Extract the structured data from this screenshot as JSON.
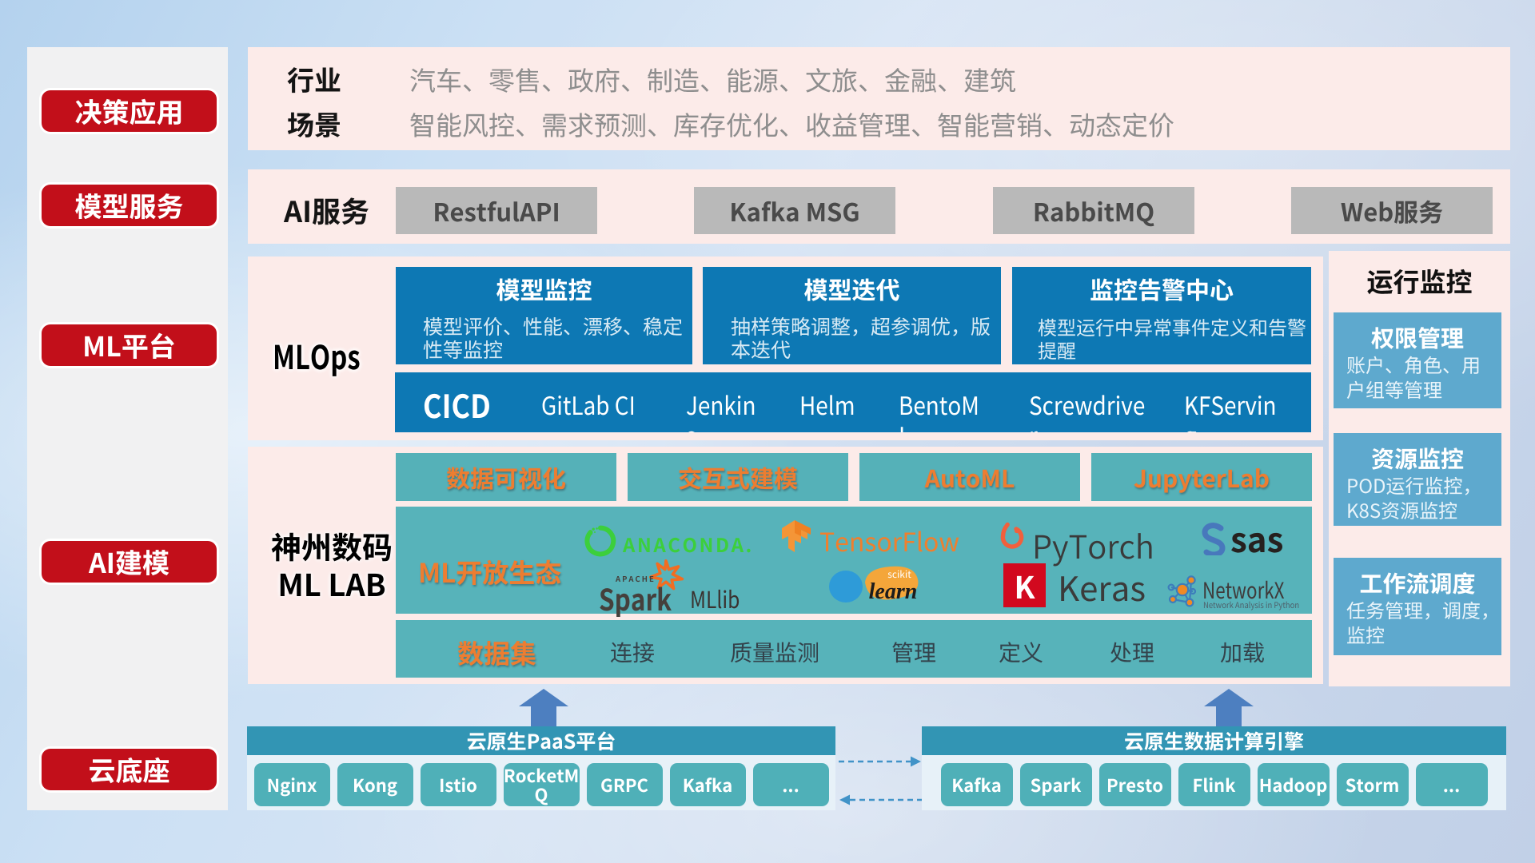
{
  "colors": {
    "red": "#c20f1a",
    "pink_band": "#fcebe9",
    "blue_card": "#0d78b4",
    "teal_box": "#57b3ba",
    "teal_header": "#3295b4",
    "teal_item": "#4fb0b8",
    "steel_card": "#5ea9ce",
    "gray_button": "#b9b9b9",
    "orange": "#ed7d31",
    "arrow_blue": "#4d7fc0",
    "dashed_arrow": "#4193c8",
    "sidebar_bg": "#f1f1f2"
  },
  "sidebar": {
    "items": [
      "决策应用",
      "模型服务",
      "ML平台",
      "AI建模",
      "云底座"
    ]
  },
  "industry_band": {
    "rows": [
      {
        "label": "行业",
        "text": "汽车、零售、政府、制造、能源、文旅、金融、建筑"
      },
      {
        "label": "场景",
        "text": "智能风控、需求预测、库存优化、收益管理、智能营销、动态定价"
      }
    ]
  },
  "service_band": {
    "label": "AI服务",
    "buttons": [
      "RestfulAPI",
      "Kafka MSG",
      "RabbitMQ",
      "Web服务"
    ]
  },
  "mlops_band": {
    "label": "MLOps",
    "cards": [
      {
        "title": "模型监控",
        "body": "模型评价、性能、漂移、稳定性等监控"
      },
      {
        "title": "模型迭代",
        "body": "抽样策略调整，超参调优，版本迭代"
      },
      {
        "title": "监控告警中心",
        "body": "模型运行中异常事件定义和告警提醒"
      }
    ],
    "cicd": {
      "title": "CICD",
      "items": [
        "GitLab CI",
        "Jenkins",
        "Helm",
        "BentoML",
        "Screwdriver",
        "KFServing"
      ]
    }
  },
  "mllab_band": {
    "label_line1": "神州数码",
    "label_line2": "ML LAB",
    "tools": [
      "数据可视化",
      "交互式建模",
      "AutoML",
      "JupyterLab"
    ],
    "ecosystem": {
      "label": "ML开放生态",
      "logos": {
        "anaconda": {
          "text": "ANACONDA."
        },
        "tensorflow": {
          "text": "TensorFlow"
        },
        "pytorch": {
          "text": "PyTorch"
        },
        "sas": {
          "text": "sas"
        },
        "spark": {
          "apache": "APACHE",
          "text": "Spark",
          "suffix": "MLlib"
        },
        "sklearn": {
          "top": "scikit",
          "text": "learn"
        },
        "keras": {
          "k": "K",
          "text": "Keras"
        },
        "networkx": {
          "text": "NetworkX",
          "subtitle": "Network Analysis in Python"
        }
      }
    },
    "dataset": {
      "label": "数据集",
      "items": [
        "连接",
        "质量监测",
        "管理",
        "定义",
        "处理",
        "加载"
      ]
    }
  },
  "monitor_panel": {
    "title": "运行监控",
    "cards": [
      {
        "title": "权限管理",
        "body": "账户、角色、用户组等管理"
      },
      {
        "title": "资源监控",
        "body": "POD运行监控，K8S资源监控"
      },
      {
        "title": "工作流调度",
        "body": "任务管理，调度，监控"
      }
    ]
  },
  "cloud_base": {
    "paas": {
      "title": "云原生PaaS平台",
      "items": [
        "Nginx",
        "Kong",
        "Istio",
        "RocketMQ",
        "GRPC",
        "Kafka",
        "..."
      ]
    },
    "engine": {
      "title": "云原生数据计算引擎",
      "items": [
        "Kafka",
        "Spark",
        "Presto",
        "Flink",
        "Hadoop",
        "Storm",
        "..."
      ]
    }
  }
}
